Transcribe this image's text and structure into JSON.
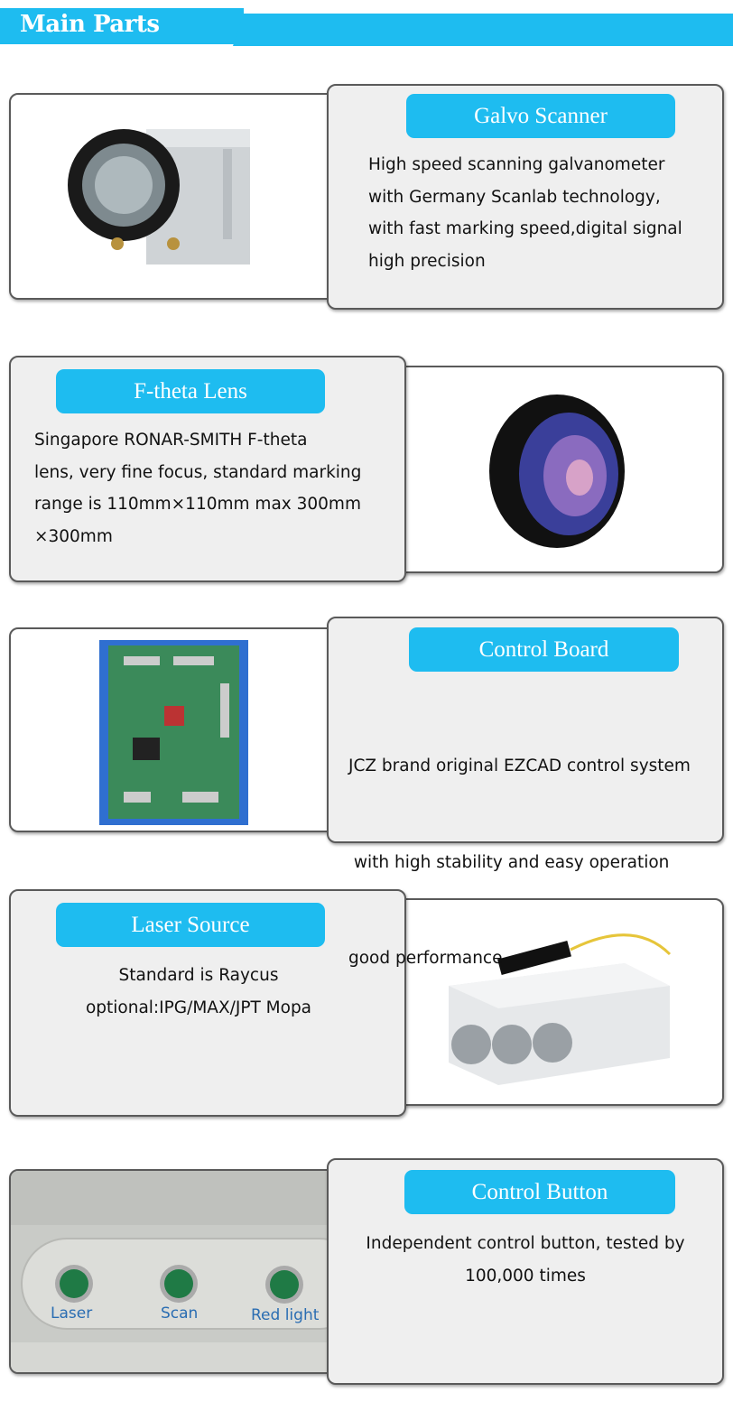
{
  "header": {
    "title": "Main Parts"
  },
  "sections": [
    {
      "title": "Galvo Scanner",
      "lines": [
        "High speed scanning galvanometer",
        "with Germany Scanlab technology,",
        "with fast marking speed,digital signal",
        "high precision"
      ]
    },
    {
      "title": "F-theta Lens",
      "lines": [
        "Singapore RONAR-SMITH F-theta",
        "lens, very fine focus, standard marking",
        "range is 110mm×110mm max 300mm",
        "×300mm"
      ]
    },
    {
      "title": "Control Board",
      "lines": [
        "JCZ brand original EZCAD control system",
        " with high stability and easy operation",
        "good performance"
      ]
    },
    {
      "title": "Laser Source",
      "lines": [
        "Standard is Raycus",
        "optional:IPG/MAX/JPT Mopa"
      ]
    },
    {
      "title": "Control Button",
      "lines": [
        "Independent control button, tested by",
        "100,000 times"
      ],
      "button_labels": [
        "Laser",
        "Scan",
        "Red light"
      ]
    }
  ],
  "colors": {
    "accent": "#1ebcf0",
    "panel": "#efefef"
  }
}
